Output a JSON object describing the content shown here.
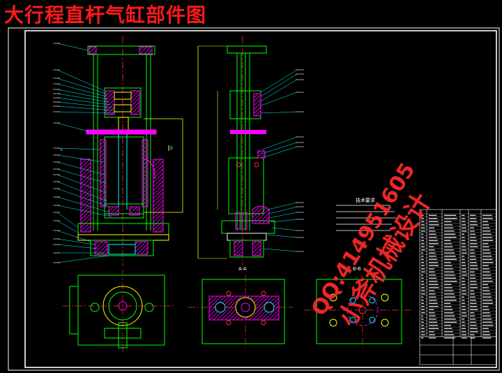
{
  "title": "大行程直杆气缸部件图",
  "section_label": "A-A",
  "view_label": "B-B",
  "tech_requirements_title": "技术要求",
  "watermark": {
    "qq": "QQ:414951605",
    "brand": "小斧机械设计"
  },
  "colors": {
    "background": "#000000",
    "frame": "#ffffff",
    "outline": "#00ff00",
    "center_line": "#ff3030",
    "rod": "#ff00ff",
    "leader": "#00ffff",
    "hatch": "#ff00ff",
    "dimension": "#ffff00",
    "title_text": "#ff1a1a"
  }
}
